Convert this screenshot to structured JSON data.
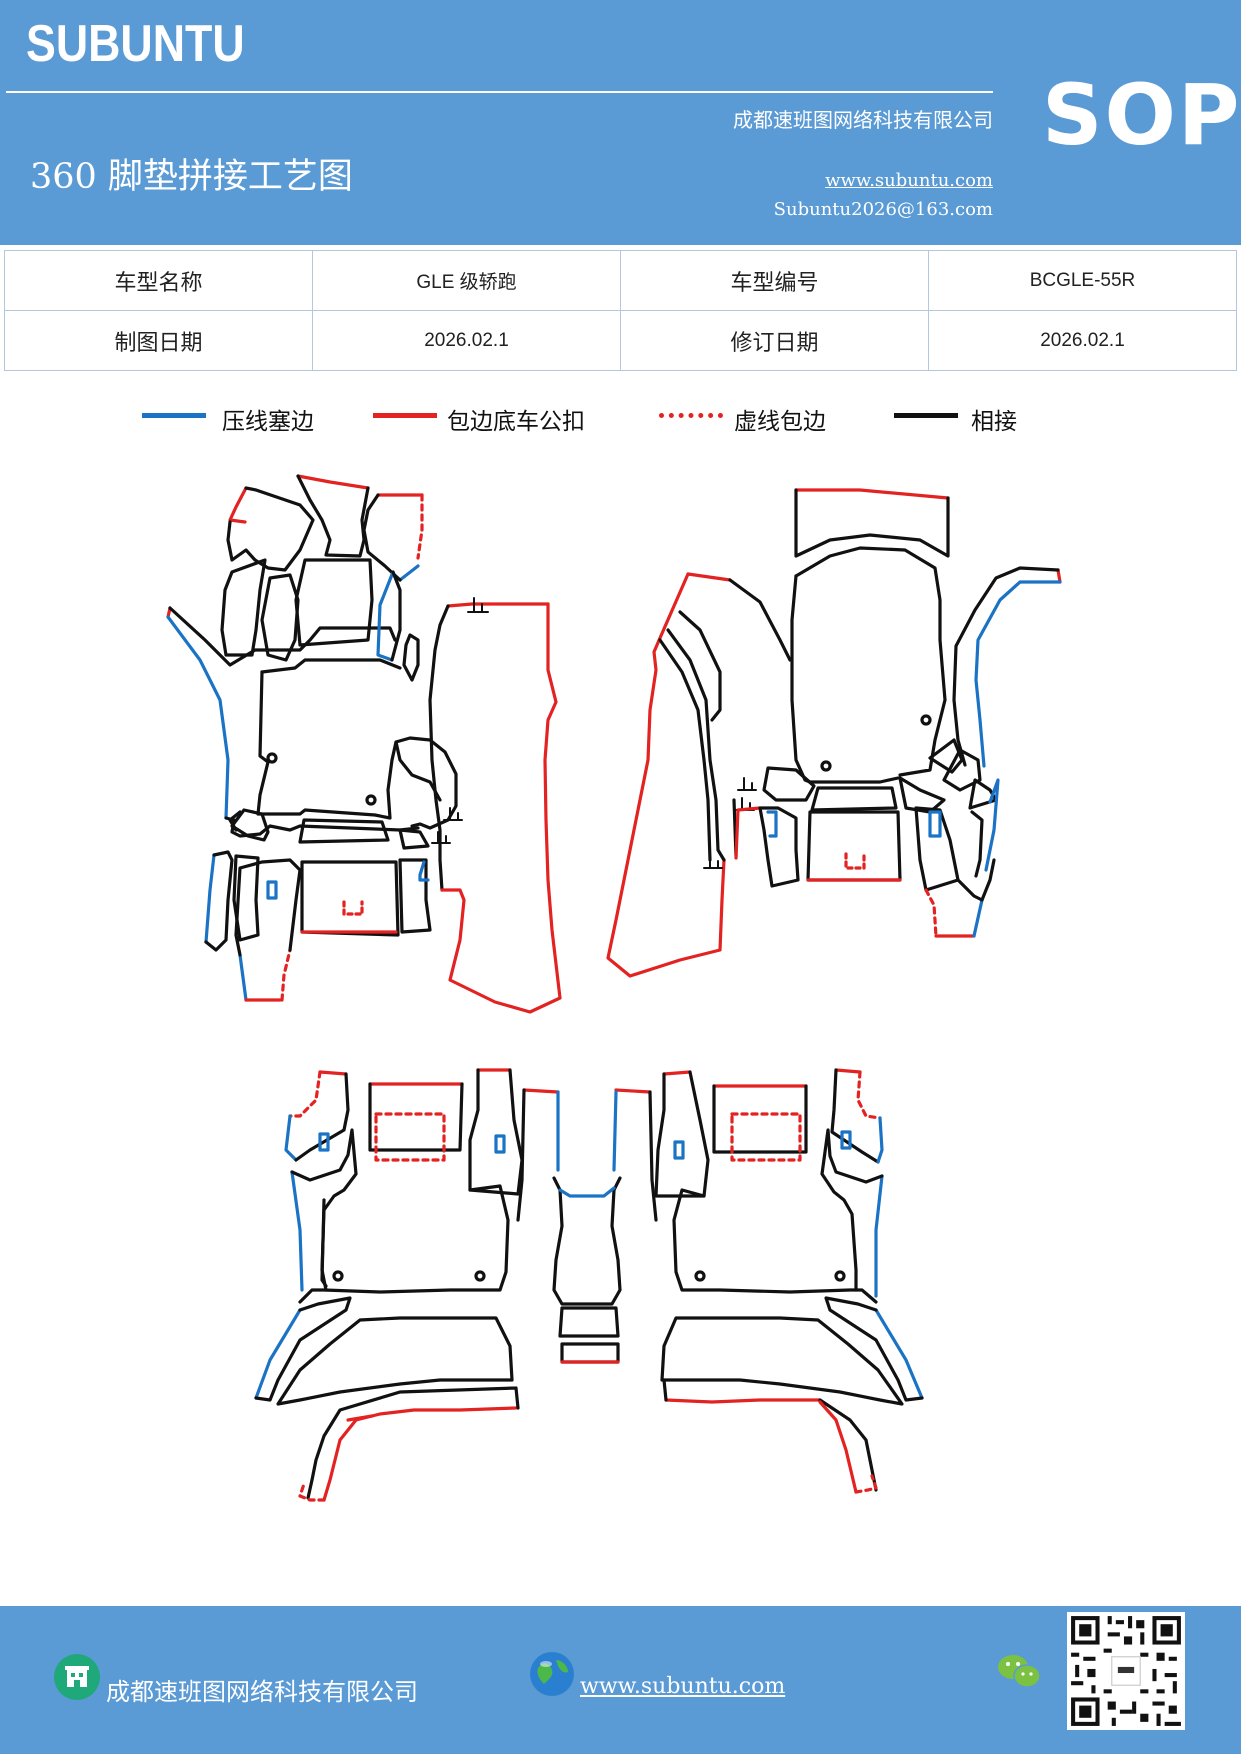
{
  "header": {
    "brand": "SUBUNTU",
    "company": "成都速班图网络科技有限公司",
    "title": "360 脚垫拼接工艺图",
    "website": "www.subuntu.com",
    "email": "Subuntu2026@163.com",
    "badge": "SOP"
  },
  "info": {
    "row1": {
      "label1": "车型名称",
      "value1": "GLE 级轿跑",
      "label2": "车型编号",
      "value2": "BCGLE-55R"
    },
    "row2": {
      "label1": "制图日期",
      "value1": "2026.02.1",
      "label2": "修订日期",
      "value2": "2026.02.1"
    }
  },
  "legend": [
    {
      "label": "压线塞边",
      "color": "#1a73c4",
      "style": "solid"
    },
    {
      "label": "包边底车公扣",
      "color": "#e32222",
      "style": "solid"
    },
    {
      "label": "虚线包边",
      "color": "#e32222",
      "style": "dotted"
    },
    {
      "label": "相接",
      "color": "#000000",
      "style": "solid"
    }
  ],
  "colors": {
    "header_bg": "#5b9bd5",
    "blue": "#1a73c4",
    "red": "#e32222",
    "black": "#111111"
  },
  "footer": {
    "company": "成都速班图网络科技有限公司",
    "website": "www.subuntu.com",
    "icons": [
      "building-icon",
      "globe-icon",
      "wechat-icon",
      "qr-code"
    ]
  }
}
